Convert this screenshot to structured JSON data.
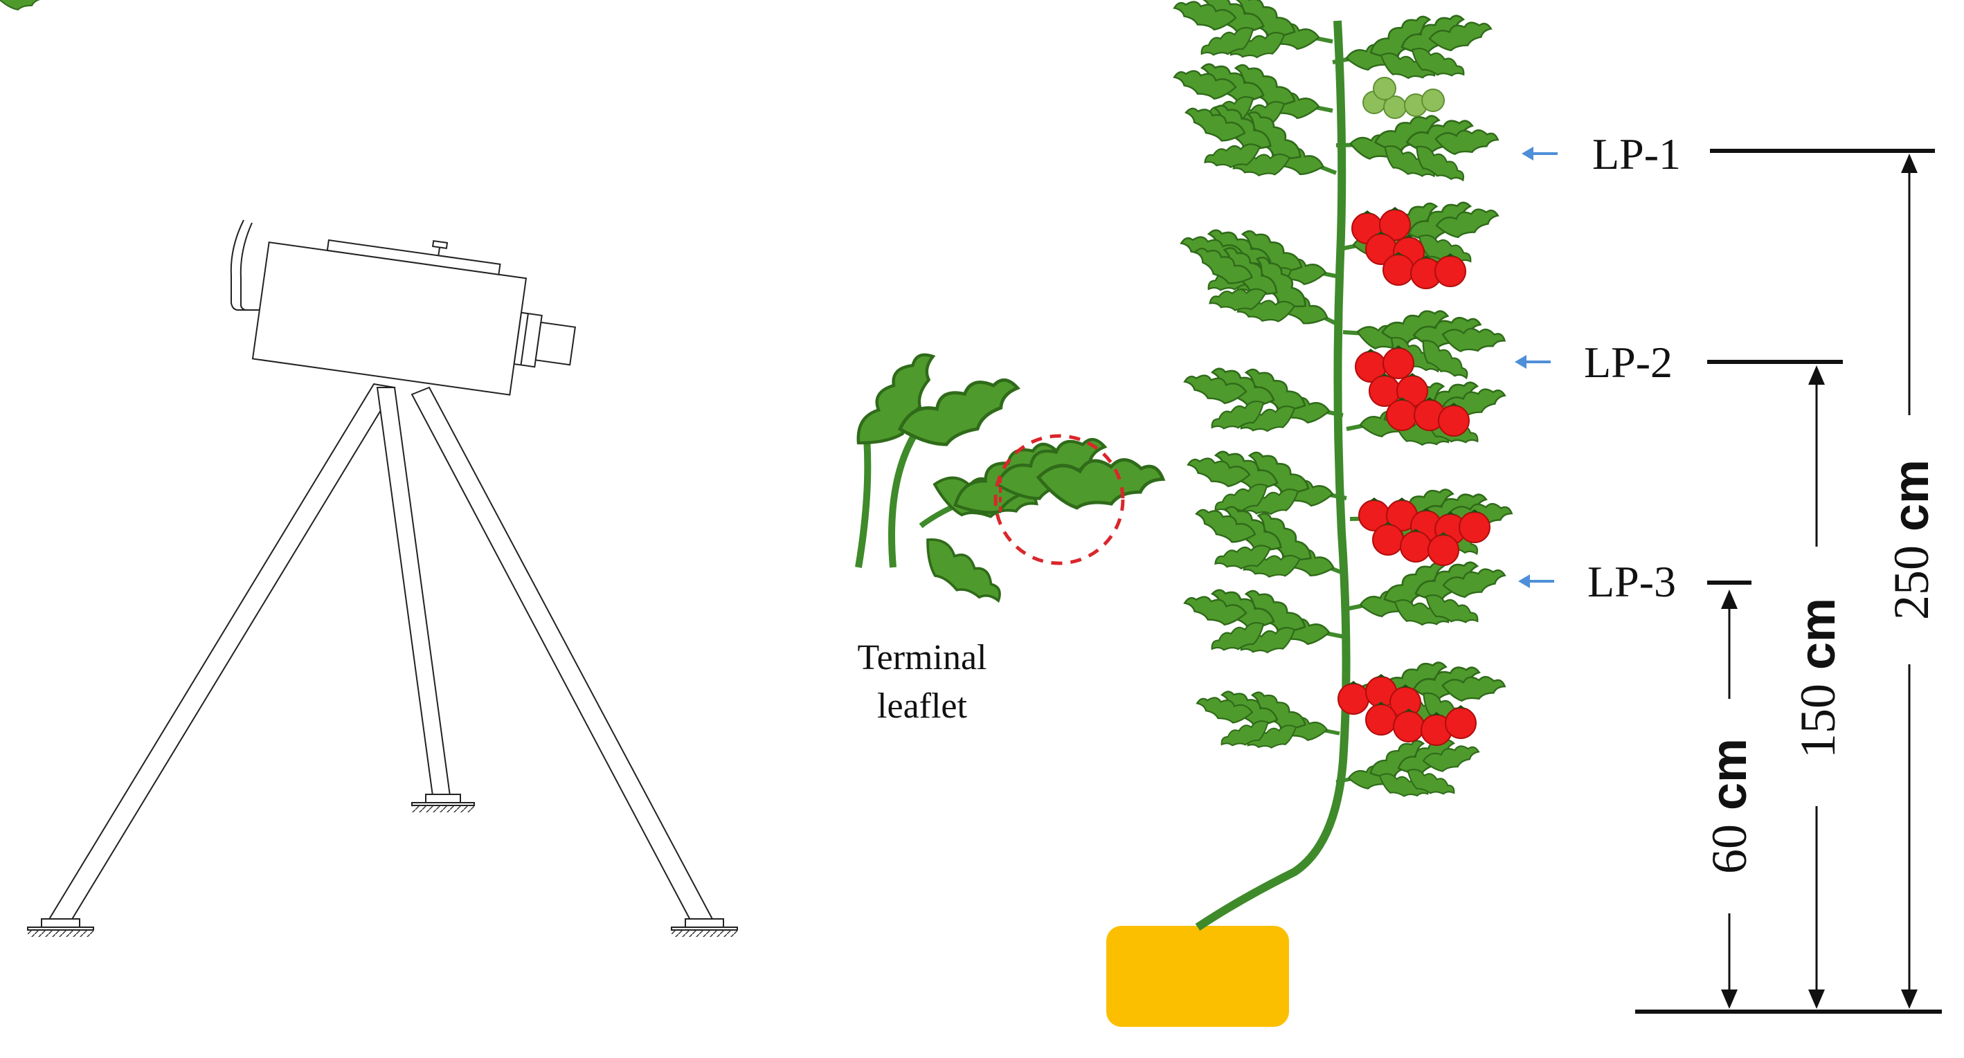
{
  "inset": {
    "caption_line1": "Terminal",
    "caption_line2": "leaflet"
  },
  "levels": {
    "lp1": "LP-1",
    "lp2": "LP-2",
    "lp3": "LP-3"
  },
  "heights": {
    "h60_num": "60",
    "h60_unit": " cm",
    "h150_num": "150",
    "h150_unit": " cm",
    "h250_num": "250",
    "h250_unit": " cm"
  },
  "colors": {
    "leaf": "#4f9a2c",
    "leaf_dark": "#2f6b1a",
    "stem": "#3f8a2a",
    "tomato_red": "#ee1c1c",
    "tomato_green": "#8fbf5a",
    "pot": "#fbbf00",
    "arrow_blue": "#4f8fd8",
    "circle_red": "#d9262b"
  }
}
